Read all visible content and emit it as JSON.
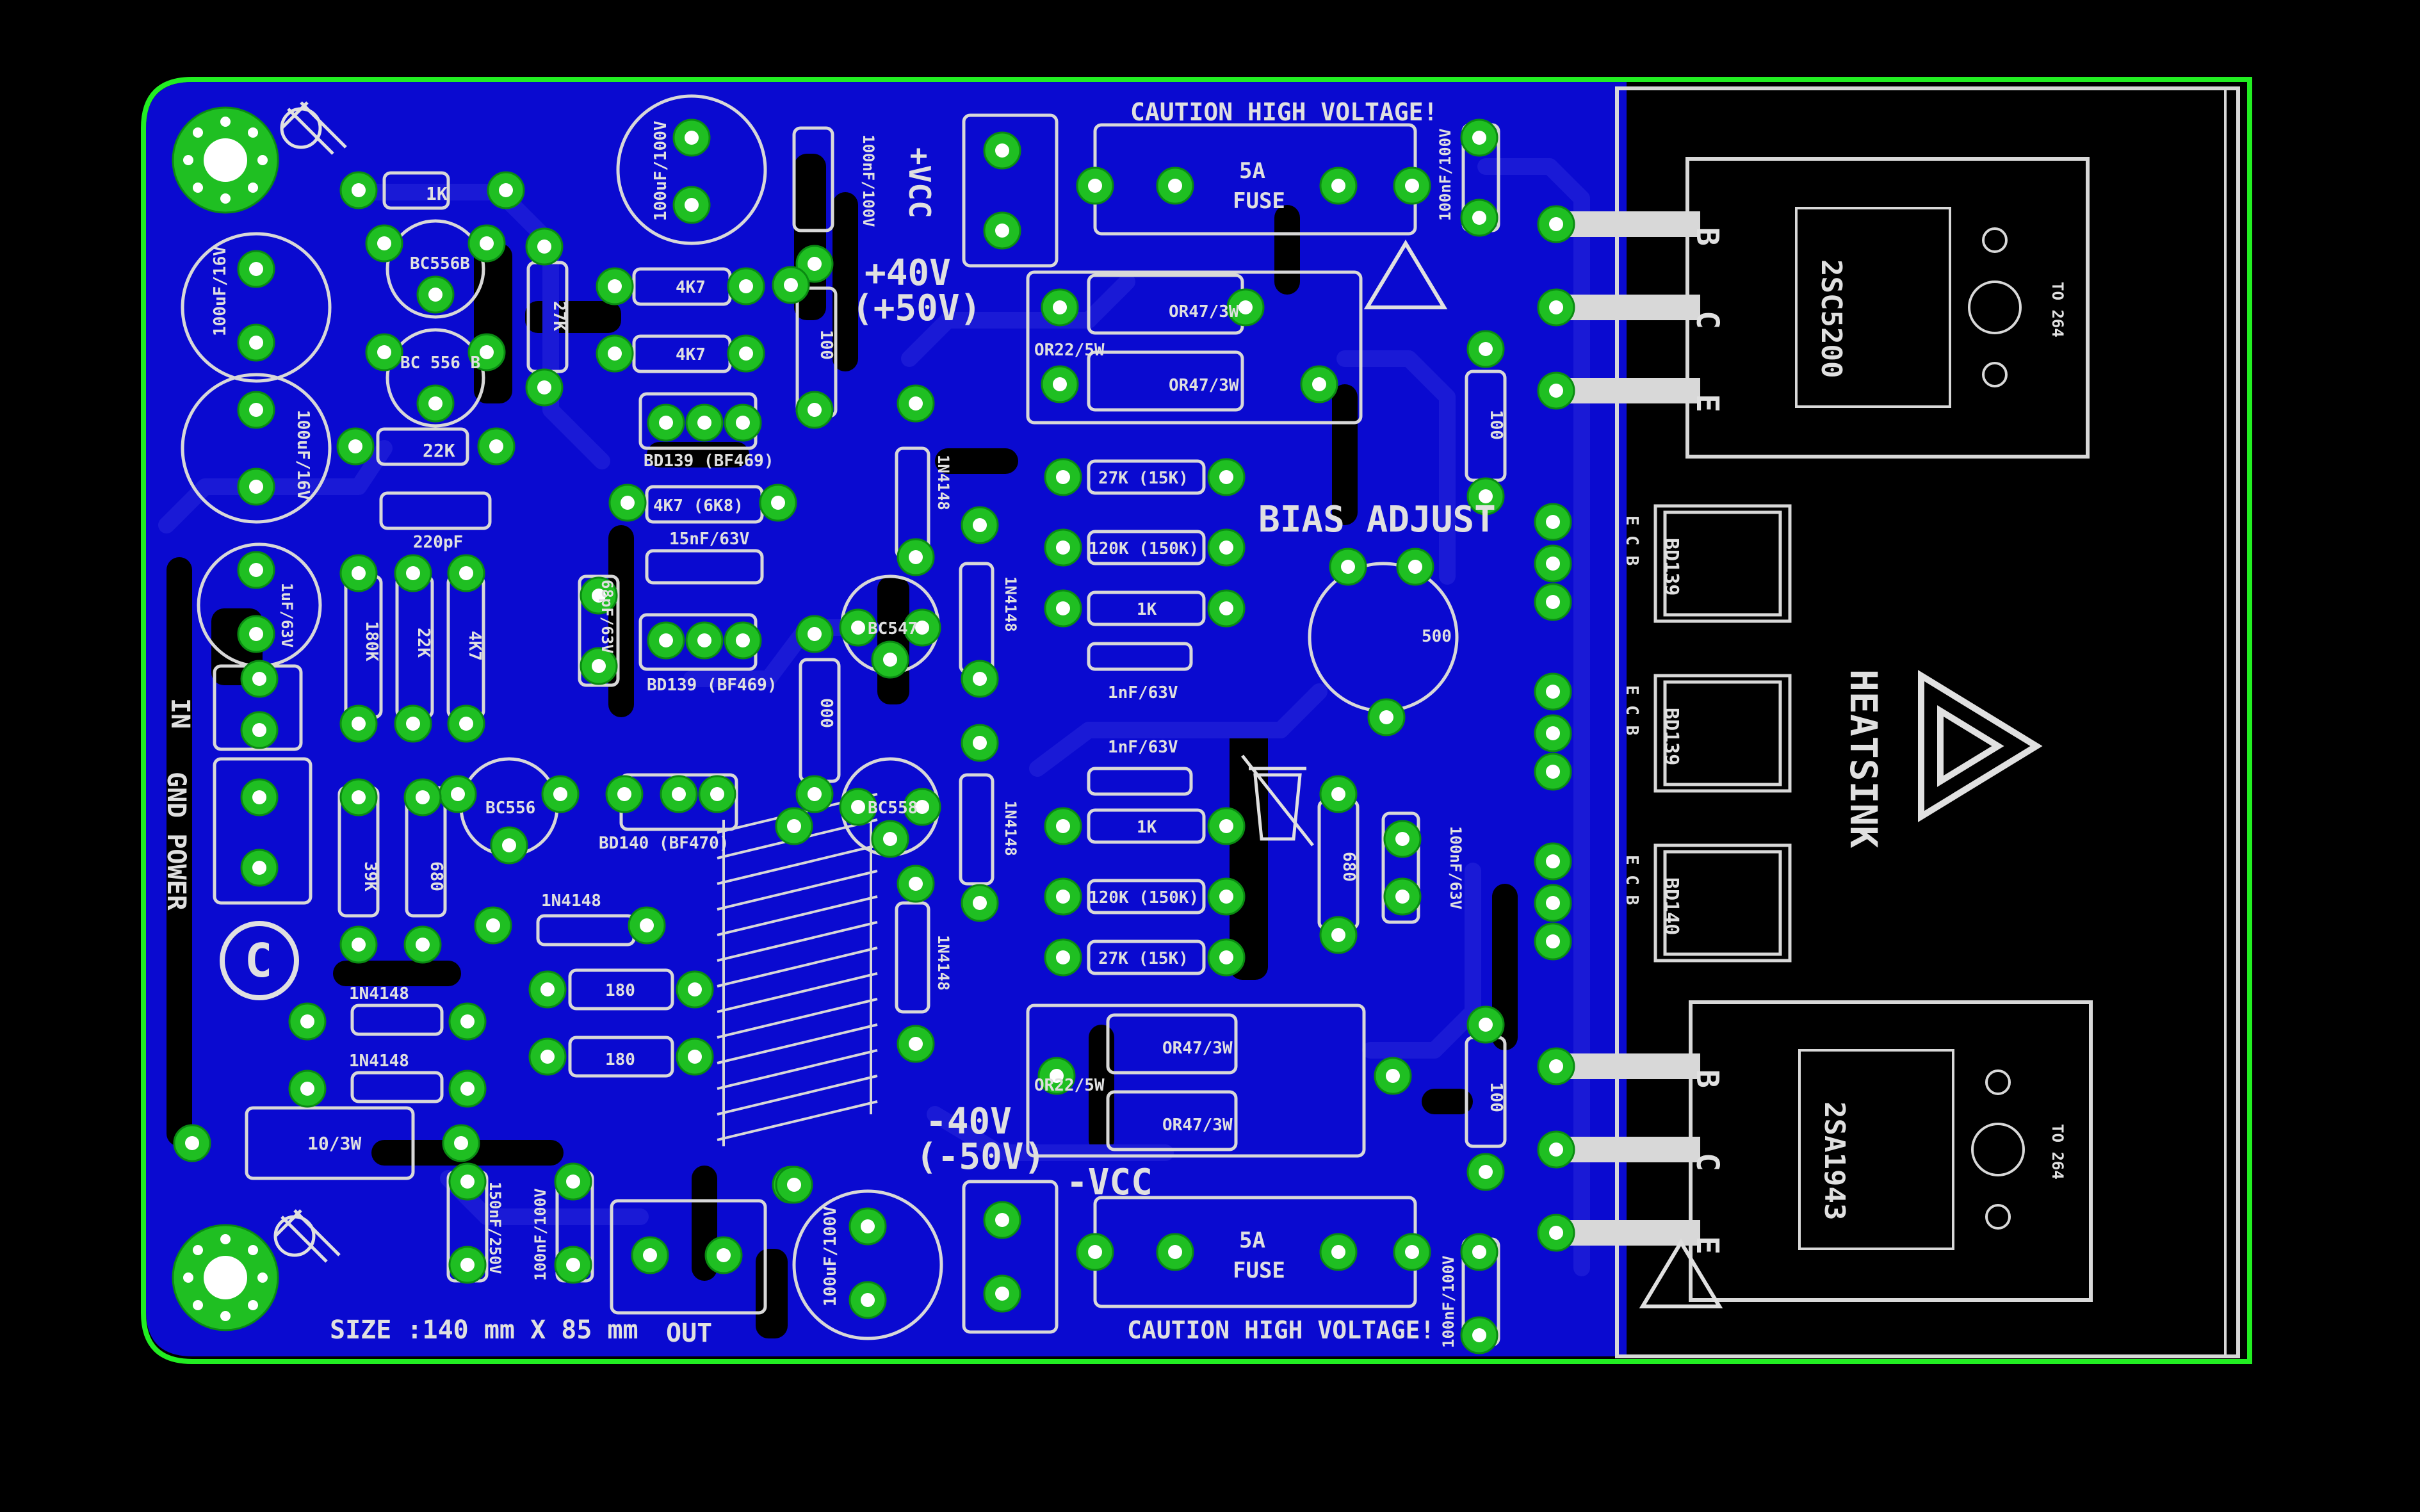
{
  "colors": {
    "background": "#000000",
    "copper": "#0a0ad0",
    "copper_trace": "#1a1ad6",
    "board_edge": "#22ee22",
    "pad": "#1fbf22",
    "silkscreen": "#e0e0e0"
  },
  "labels": {
    "caution_top": "CAUTION HIGH VOLTAGE!",
    "caution_bottom": "CAUTION HIGH VOLTAGE!",
    "plus_vcc": "+VCC",
    "minus_vcc": "-VCC",
    "plus_40v": "+40V",
    "plus_50v": "(+50V)",
    "minus_40v": "-40V",
    "minus_50v": "(-50V)",
    "bias_adjust": "BIAS ADJUST",
    "heatsink": "HEATSINK",
    "in": "IN",
    "gnd_power": "GND POWER",
    "out": "OUT",
    "size": "SIZE :140 mm X 85 mm",
    "copyright": "C"
  },
  "components": {
    "fuse_top_rating": "5A",
    "fuse_top_label": "FUSE",
    "fuse_bottom_rating": "5A",
    "fuse_bottom_label": "FUSE",
    "r_1k_top": "1K",
    "q_bc556b_1": "BC556B",
    "q_bc556b_2": "BC 556 B",
    "r_27k": "27K",
    "r_4k7_a": "4K7",
    "r_4k7_b": "4K7",
    "r_100_a": "100",
    "cap_100uf_100v_top": "100uF/100V",
    "cap_100nf_100v_a": "100nF/100V",
    "cap_100nf_100v_b": "100nF/100V",
    "cap_100uf_16v_a": "100uF/16V",
    "cap_100uf_16v_b": "100uF/16V",
    "r_22k_a": "22K",
    "q_bd139_bf469_a": "BD139 (BF469)",
    "r_4k7_6k8": "4K7  (6K8)",
    "cap_15nf_63v": "15nF/63V",
    "cap_220pf": "220pF",
    "cap_1uf_63v": "1uF/63V",
    "r_180k": "180K",
    "r_22k_b": "22K",
    "r_4k7_c": "4K7",
    "cap_68pf_63v": "68pF/63V",
    "q_bd139_bf469_b": "BD139 (BF469)",
    "d_1n4148_a": "1N4148",
    "d_1n4148_b": "1N4148",
    "d_1n4148_c": "1N4148",
    "d_1n4148_d": "1N4148",
    "d_1n4148_e": "1N4148",
    "d_1n4148_f": "1N4148",
    "d_1n4148_g": "1N4148",
    "q_bc547": "BC547",
    "r_000": "000",
    "r_or22_5w_a": "OR22/5W",
    "r_or47_3w_a": "OR47/3W",
    "r_or47_3w_b": "OR47/3W",
    "r_27k_15k_a": "27K  (15K)",
    "r_120k_150k_a": "120K (150K)",
    "r_1k_a": "1K",
    "cap_1nf_63v_a": "1nF/63V",
    "pot_500": "500",
    "cap_1nf_63v_b": "1nF/63V",
    "r_1k_b": "1K",
    "r_120k_150k_b": "120K (150K)",
    "r_27k_15k_b": "27K  (15K)",
    "r_or22_5w_b": "OR22/5W",
    "r_or47_3w_c": "OR47/3W",
    "r_or47_3w_d": "OR47/3W",
    "r_680_a": "680",
    "cap_100nf_63v": "100nF/63V",
    "r_100_b": "100",
    "r_100_c": "100",
    "cap_100nf_100v_c": "100nF/100V",
    "cap_100nf_100v_d": "100nF/100V",
    "cap_100uf_100v_bottom": "100uF/100V",
    "q_bc556": "BC556",
    "q_bc558": "BC558",
    "q_bd140_bf470": "BD140 (BF470)",
    "r_39k": "39K",
    "r_680_b": "680",
    "r_180_a": "180",
    "r_180_b": "180",
    "r_10_3w": "10/3W",
    "cap_150nf_250v": "150nF/250V",
    "q_2sc5200": "2SC5200",
    "q_2sa1943": "2SA1943",
    "pkg_top": "TO 264",
    "pkg_bottom": "TO 264",
    "q_bd139_a": "BD139",
    "q_bd139_b": "BD139",
    "q_bd140": "BD140",
    "pin_b": "B",
    "pin_c": "C",
    "pin_e": "E",
    "small_pins": "E C B"
  }
}
